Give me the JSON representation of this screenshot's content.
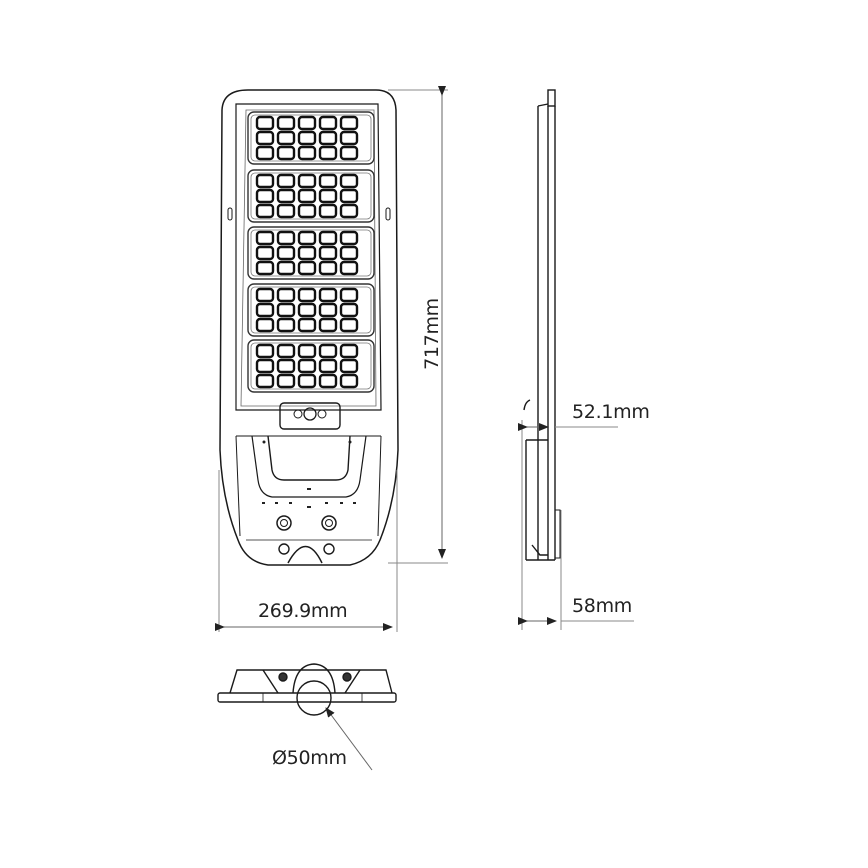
{
  "drawing": {
    "views": [
      "front-view",
      "side-view",
      "bottom-view"
    ],
    "dimensions": {
      "height": "717mm",
      "width": "269.9mm",
      "depth_top": "52.1mm",
      "depth_total": "58mm",
      "pole_diameter": "Ø50mm"
    },
    "solar_panel": {
      "modules": 5,
      "rows_per_module": 3,
      "cols_per_module": 5
    },
    "colors": {
      "line": "#1a1a1a",
      "dim_line": "#888888",
      "background": "#ffffff"
    }
  }
}
